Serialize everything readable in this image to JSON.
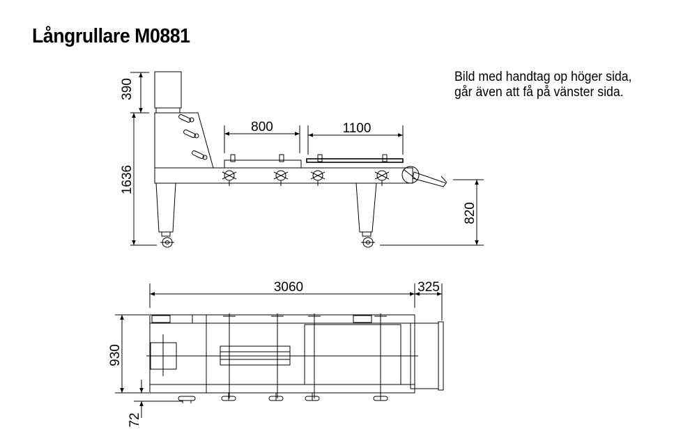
{
  "title": "Långrullare M0881",
  "note": {
    "line1": "Bild med handtag op höger sida,",
    "line2": "går även att få på vänster sida."
  },
  "dimensions": {
    "hopper_height": "390",
    "total_height": "1636",
    "section_a": "800",
    "section_b": "1100",
    "table_height": "820",
    "total_length": "3060",
    "extension": "325",
    "width": "930",
    "handle_offset": "72"
  }
}
